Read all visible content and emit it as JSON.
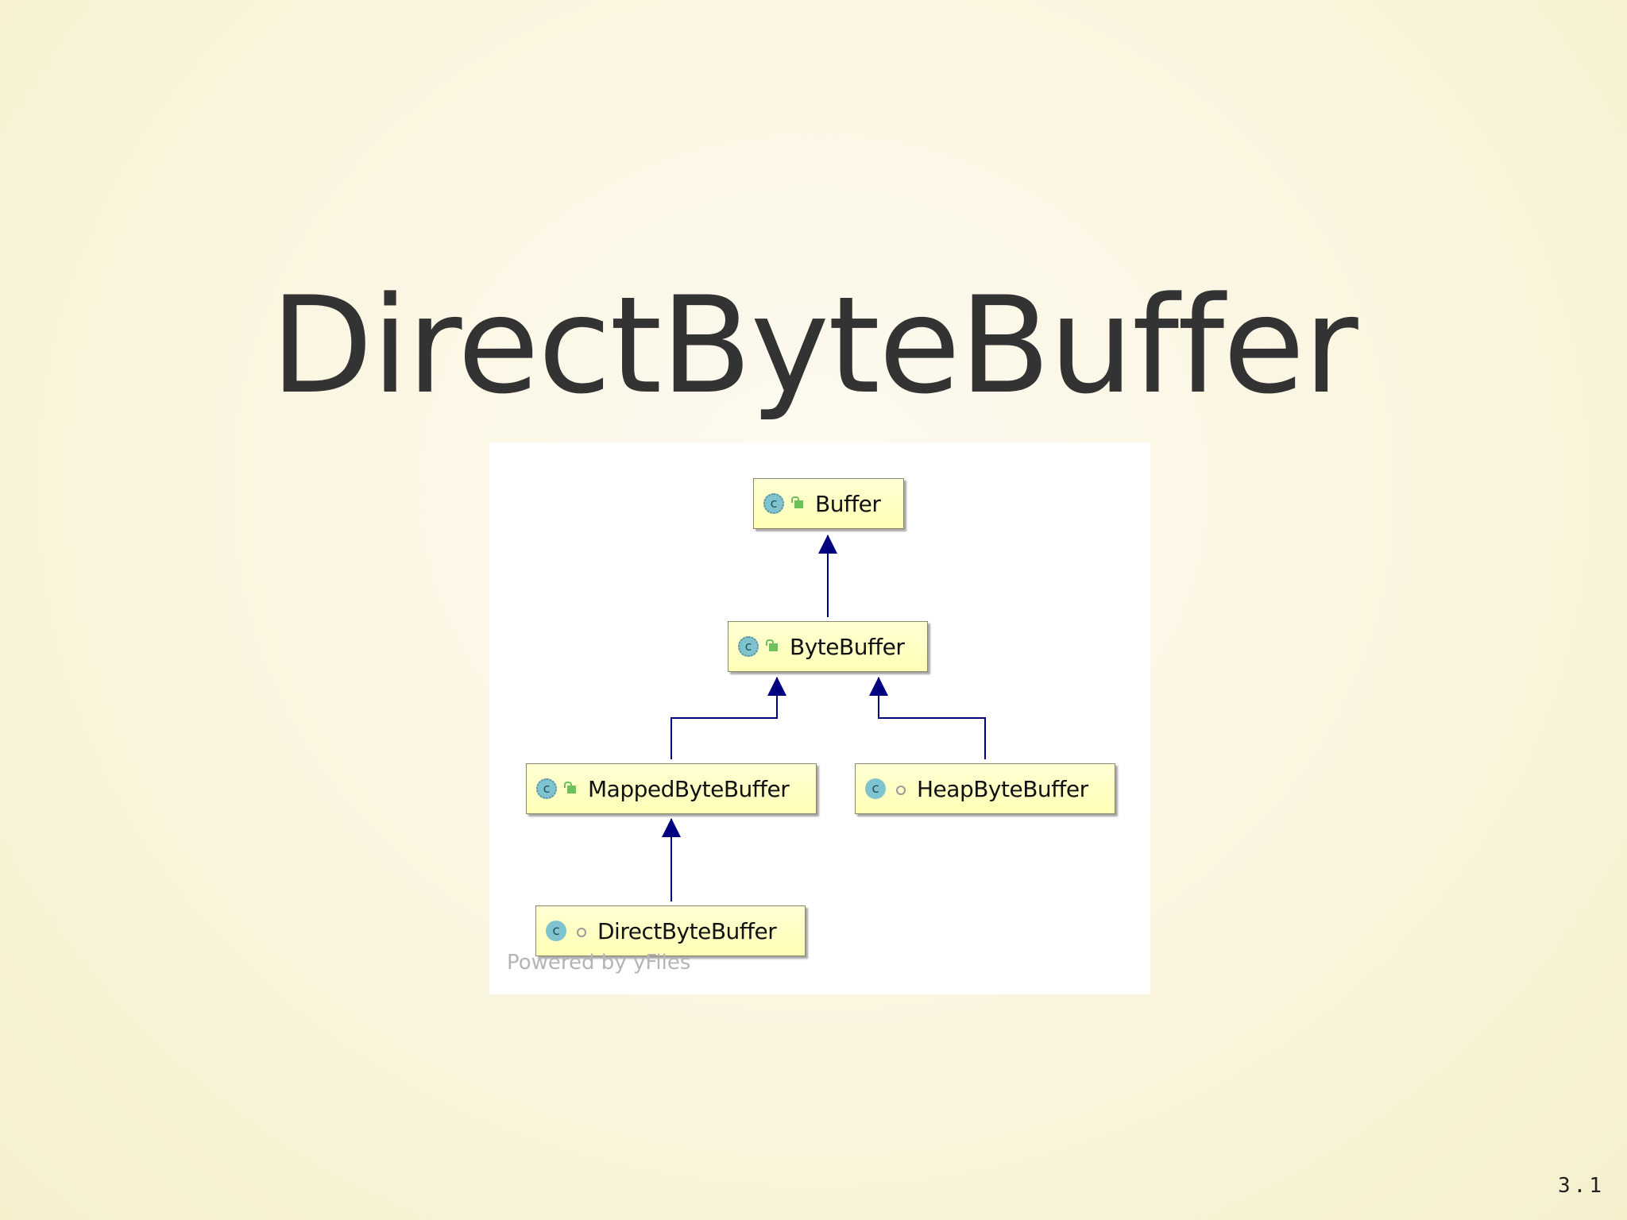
{
  "slide": {
    "title": "DirectByteBuffer",
    "page_number": "3.1"
  },
  "diagram": {
    "watermark": "Powered by yFiles",
    "nodes": [
      {
        "id": "buffer",
        "label": "Buffer",
        "icon": "abstract-class-icon",
        "icon_glyph": "c",
        "visibility": "public-icon"
      },
      {
        "id": "bytebuffer",
        "label": "ByteBuffer",
        "icon": "abstract-class-icon",
        "icon_glyph": "c",
        "visibility": "public-icon"
      },
      {
        "id": "mappedbytebuffer",
        "label": "MappedByteBuffer",
        "icon": "abstract-class-icon",
        "icon_glyph": "c",
        "visibility": "public-icon"
      },
      {
        "id": "heapbytebuffer",
        "label": "HeapByteBuffer",
        "icon": "class-icon",
        "icon_glyph": "c",
        "visibility": "package-private-icon"
      },
      {
        "id": "directbytebuffer",
        "label": "DirectByteBuffer",
        "icon": "class-icon",
        "icon_glyph": "c",
        "visibility": "package-private-icon"
      }
    ],
    "edges": [
      {
        "from": "bytebuffer",
        "to": "buffer",
        "type": "extends"
      },
      {
        "from": "mappedbytebuffer",
        "to": "bytebuffer",
        "type": "extends"
      },
      {
        "from": "heapbytebuffer",
        "to": "bytebuffer",
        "type": "extends"
      },
      {
        "from": "directbytebuffer",
        "to": "mappedbytebuffer",
        "type": "extends"
      }
    ],
    "colors": {
      "node_fill": "#ffffc2",
      "edge": "#000080",
      "class_icon": "#7fc3cf",
      "public_icon": "#6fbf5a"
    }
  }
}
